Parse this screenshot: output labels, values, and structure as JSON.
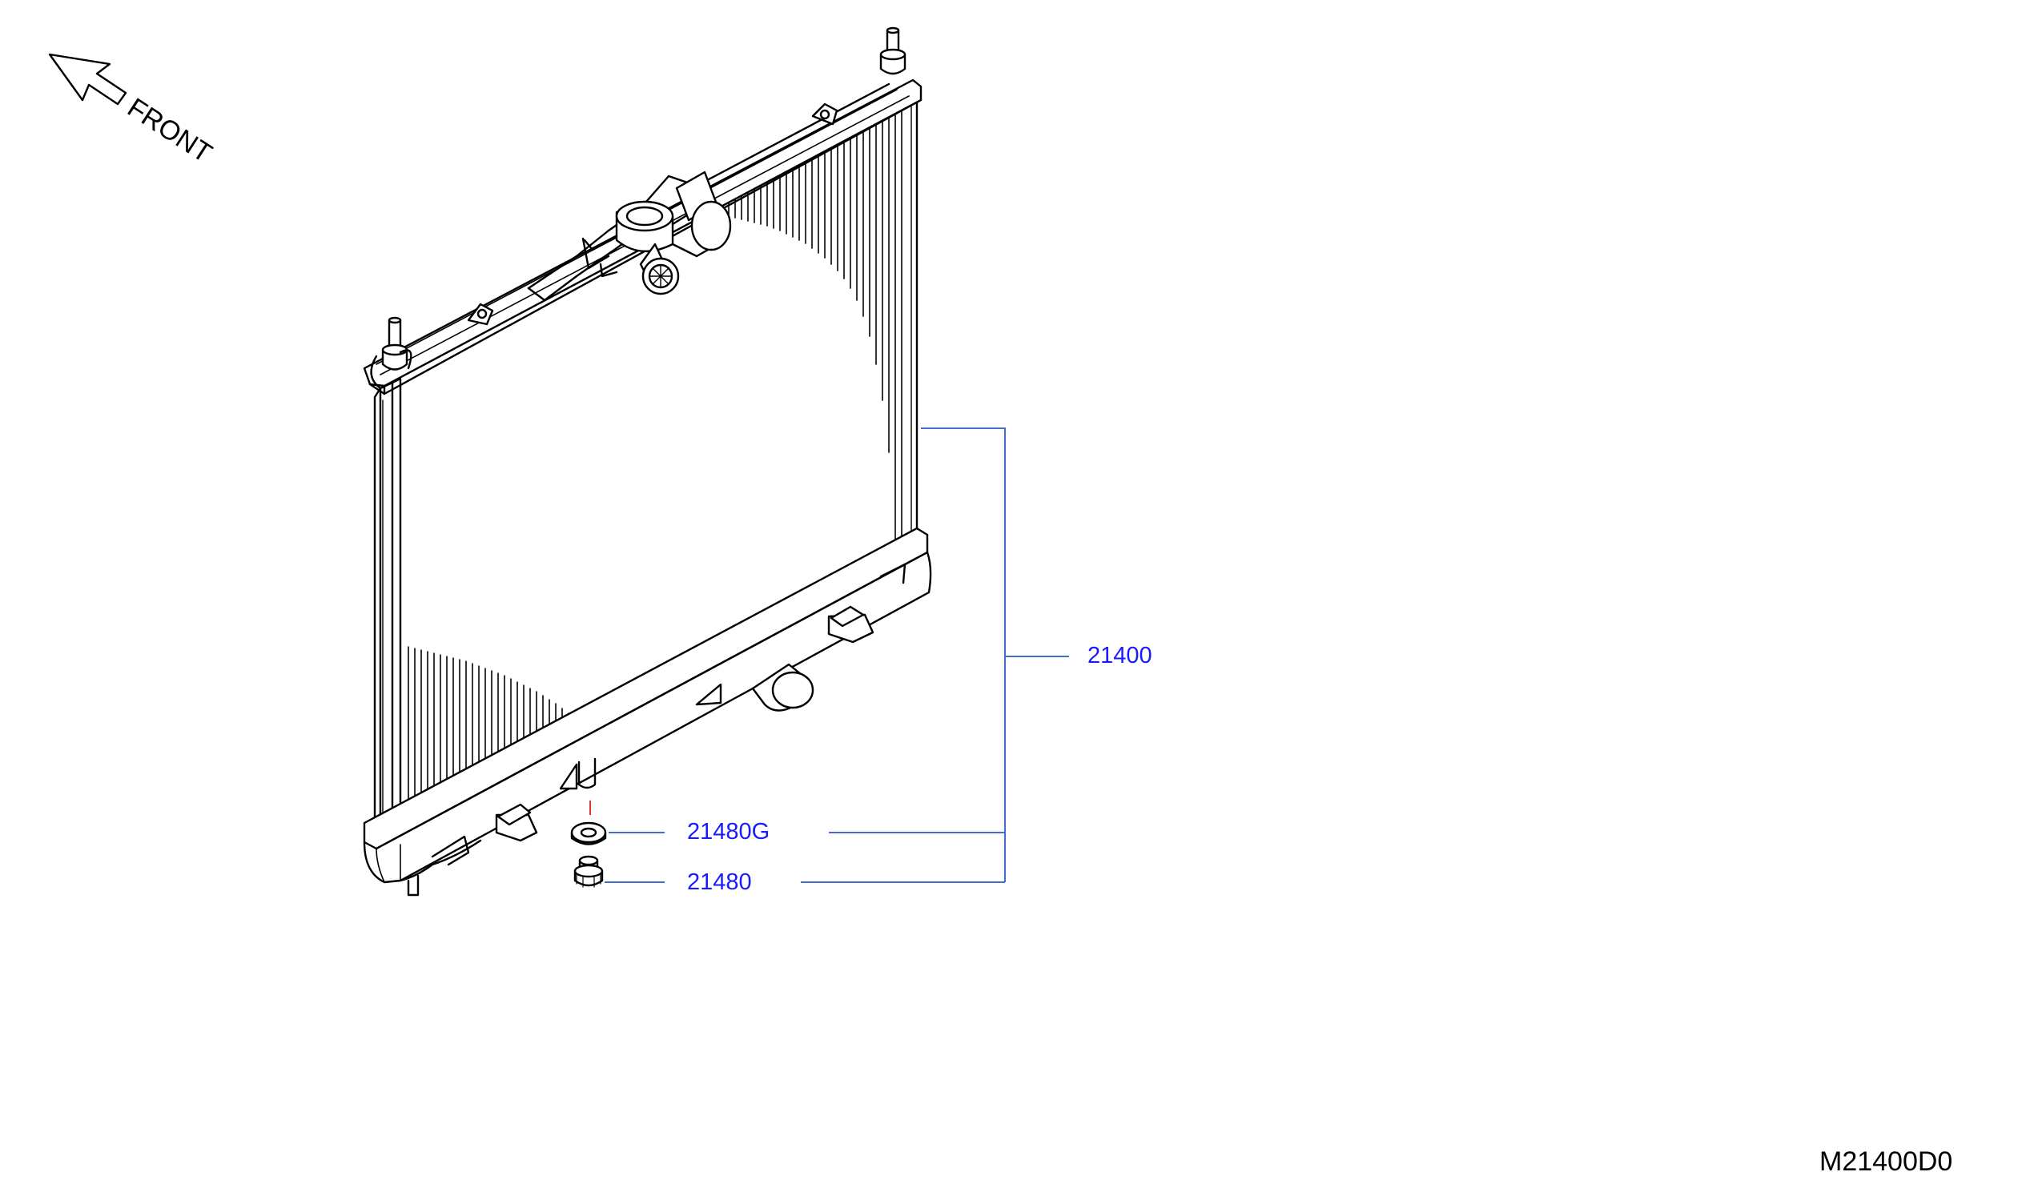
{
  "direction": {
    "label": "FRONT",
    "icon": "front-arrow-icon"
  },
  "parts": [
    {
      "number": "21400",
      "name": "radiator-assembly"
    },
    {
      "number": "21480G",
      "name": "drain-plug-gasket"
    },
    {
      "number": "21480",
      "name": "drain-plug"
    }
  ],
  "diagram_code": "M21400D0",
  "colors": {
    "line": "#000000",
    "leader": "#3f6fc8",
    "label": "#1a1aff",
    "accent": "#e02020"
  }
}
